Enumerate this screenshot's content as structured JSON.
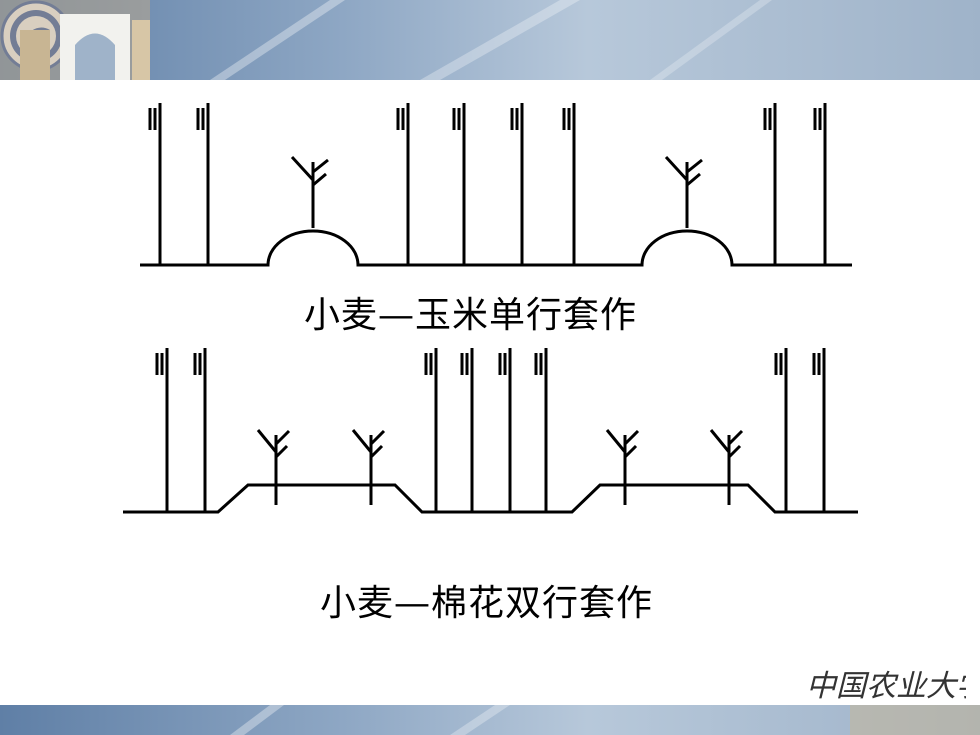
{
  "captions": {
    "single": "小麦—玉米单行套作",
    "double": "小麦—棉花双行套作"
  },
  "signature": "中国农业大学",
  "colors": {
    "banner": "#8ea7c4",
    "ink": "#000000",
    "logo": "#1d4aa0"
  }
}
